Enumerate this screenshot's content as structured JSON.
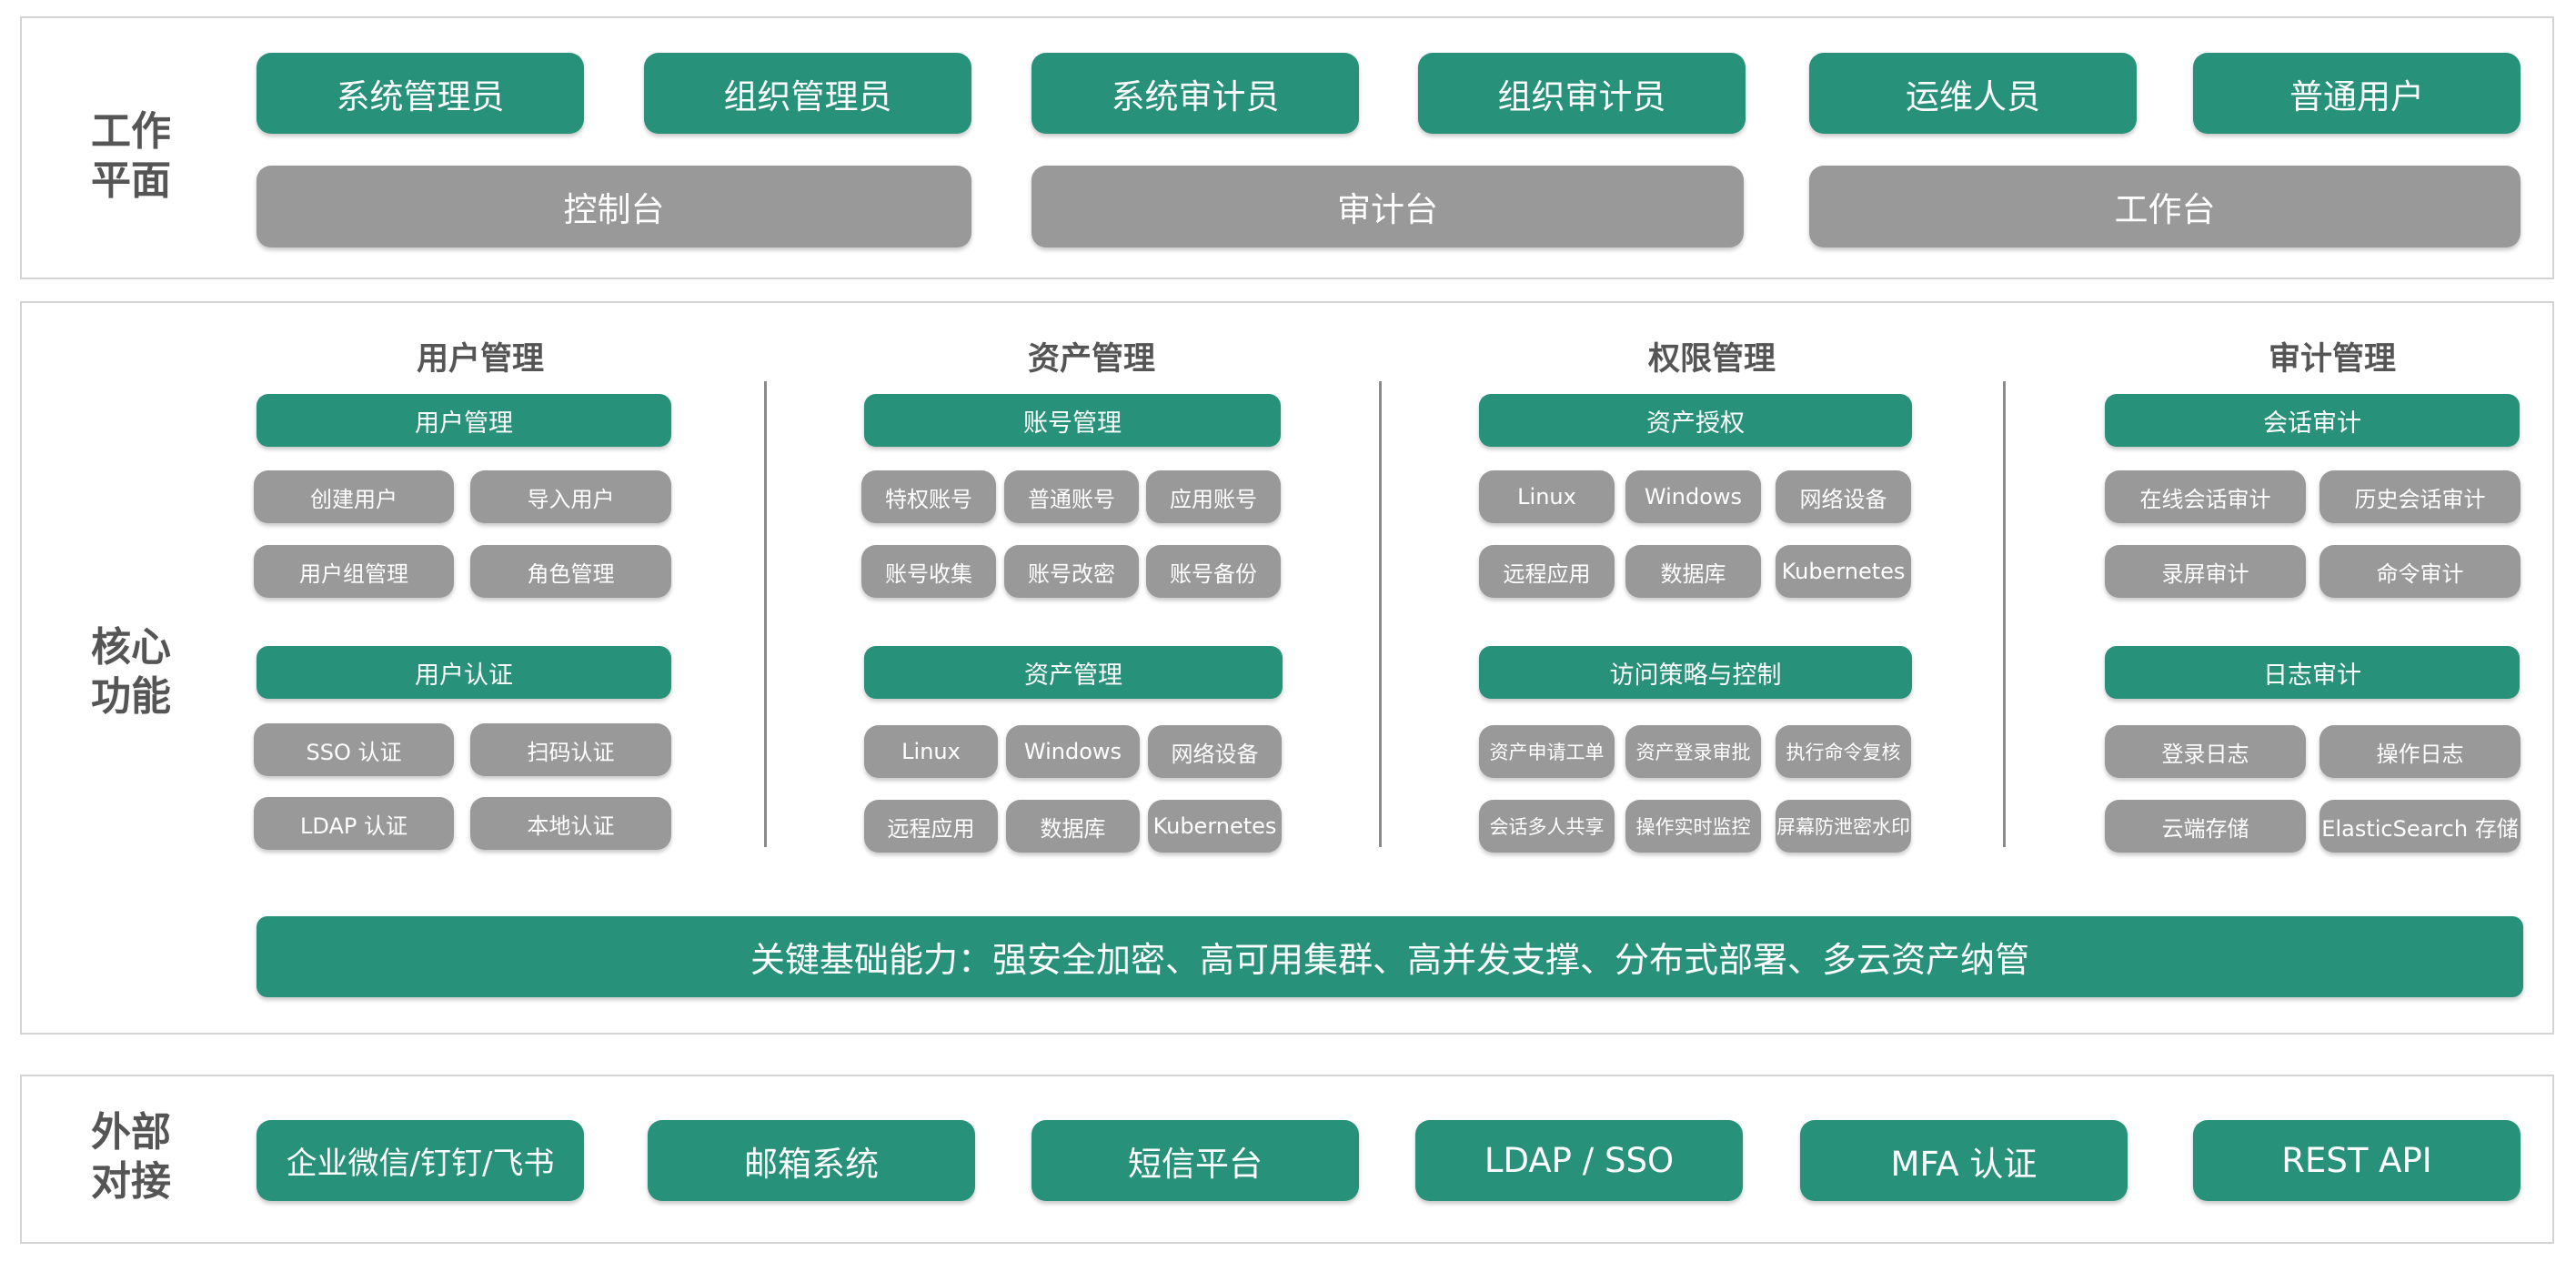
{
  "work_plane": {
    "title_line1": "工作",
    "title_line2": "平面",
    "roles": [
      "系统管理员",
      "组织管理员",
      "系统审计员",
      "组织审计员",
      "运维人员",
      "普通用户"
    ],
    "consoles": [
      "控制台",
      "审计台",
      "工作台"
    ]
  },
  "core": {
    "title_line1": "核心",
    "title_line2": "功能",
    "columns": [
      {
        "title": "用户管理",
        "groups": [
          {
            "header": "用户管理",
            "items": [
              "创建用户",
              "导入用户",
              "用户组管理",
              "角色管理"
            ]
          },
          {
            "header": "用户认证",
            "items": [
              "SSO 认证",
              "扫码认证",
              "LDAP 认证",
              "本地认证"
            ]
          }
        ]
      },
      {
        "title": "资产管理",
        "groups": [
          {
            "header": "账号管理",
            "items": [
              "特权账号",
              "普通账号",
              "应用账号",
              "账号收集",
              "账号改密",
              "账号备份"
            ]
          },
          {
            "header": "资产管理",
            "items": [
              "Linux",
              "Windows",
              "网络设备",
              "远程应用",
              "数据库",
              "Kubernetes"
            ]
          }
        ]
      },
      {
        "title": "权限管理",
        "groups": [
          {
            "header": "资产授权",
            "items": [
              "Linux",
              "Windows",
              "网络设备",
              "远程应用",
              "数据库",
              "Kubernetes"
            ]
          },
          {
            "header": "访问策略与控制",
            "items": [
              "资产申请工单",
              "资产登录审批",
              "执行命令复核",
              "会话多人共享",
              "操作实时监控",
              "屏幕防泄密水印"
            ]
          }
        ]
      },
      {
        "title": "审计管理",
        "groups": [
          {
            "header": "会话审计",
            "items": [
              "在线会话审计",
              "历史会话审计",
              "录屏审计",
              "命令审计"
            ]
          },
          {
            "header": "日志审计",
            "items": [
              "登录日志",
              "操作日志",
              "云端存储",
              "ElasticSearch 存储"
            ]
          }
        ]
      }
    ],
    "foundation": "关键基础能力：强安全加密、高可用集群、高并发支撑、分布式部署、多云资产纳管"
  },
  "external": {
    "title_line1": "外部",
    "title_line2": "对接",
    "items": [
      "企业微信/钉钉/飞书",
      "邮箱系统",
      "短信平台",
      "LDAP / SSO",
      "MFA 认证",
      "REST API"
    ]
  },
  "colors": {
    "green": "#27917a",
    "gray": "#999999",
    "title_text": "#555555",
    "border": "#d4d4d4"
  }
}
